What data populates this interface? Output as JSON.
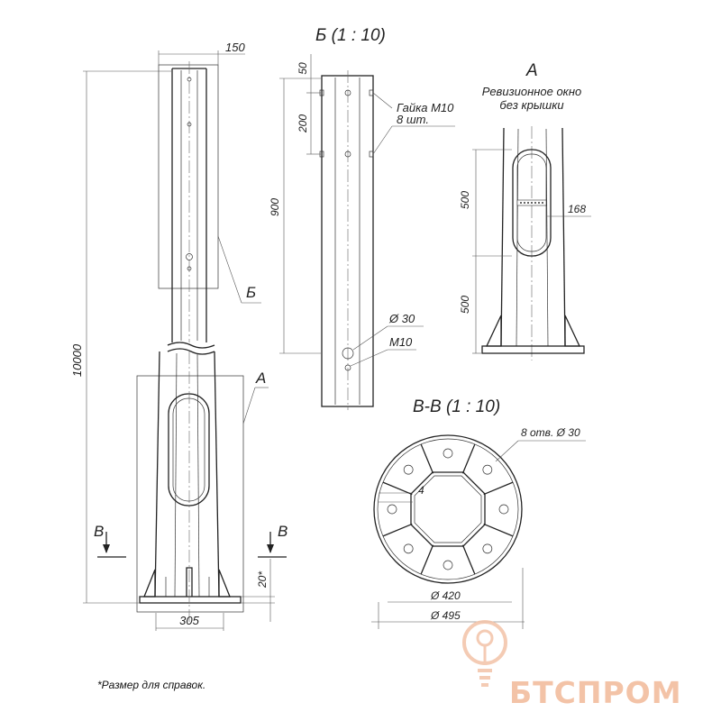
{
  "views": {
    "detail_b_title": "Б (1 : 10)",
    "detail_a_title": "А",
    "section_title": "В-В (1 : 10)"
  },
  "main_view": {
    "dim_top_width": "150",
    "dim_total_height": "10000",
    "callout_b": "Б",
    "callout_a": "А",
    "section_mark_left": "В",
    "section_mark_right": "В",
    "dim_base_width": "305",
    "dim_base_height": "20*"
  },
  "detail_b": {
    "dim_50": "50",
    "dim_200": "200",
    "dim_900": "900",
    "nut_label_line1": "Гайка М10",
    "nut_label_line2": "8 шт.",
    "hole_label": "Ø 30",
    "bolt_label": "М10"
  },
  "detail_a": {
    "caption_line1": "Ревизионное окно",
    "caption_line2": "без крышки",
    "dim_500_upper": "500",
    "dim_500_lower": "500",
    "dim_168": "168"
  },
  "section_bb": {
    "holes_label": "8 отв. Ø 30",
    "dim_4": "4",
    "dim_420": "Ø 420",
    "dim_495": "Ø 495"
  },
  "footnote": "*Размер для справок.",
  "watermark": {
    "text": "БТСПРОМ",
    "color": "#f3c3a7"
  }
}
